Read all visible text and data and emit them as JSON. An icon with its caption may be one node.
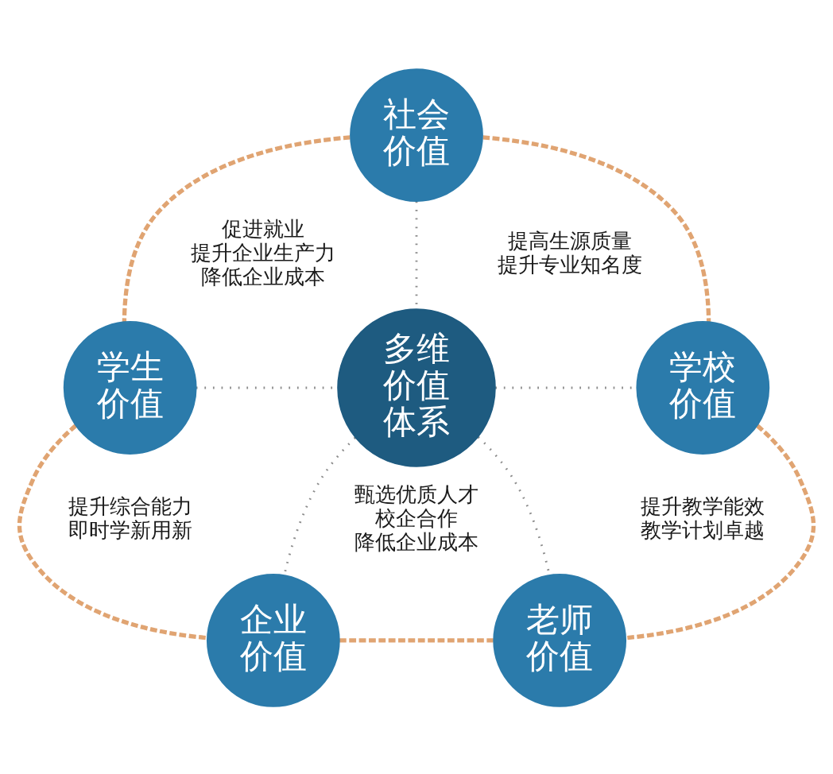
{
  "diagram": {
    "nodes": [
      {
        "text": [
          "社会价值"
        ]
      },
      {
        "text": [
          "学生价值"
        ]
      },
      {
        "text": [
          "多维价值体系"
        ]
      },
      {
        "text": [
          "学校价值"
        ]
      },
      {
        "text": [
          "企业价值"
        ]
      },
      {
        "text": [
          "老师价值"
        ]
      }
    ],
    "edges": [
      {
        "from": 0,
        "to": 2,
        "arrow": "none",
        "style": "dashed",
        "color": "#8c8c8c"
      },
      {
        "from": 1,
        "to": 2,
        "arrow": "none",
        "style": "dashed",
        "color": "#8c8c8c"
      },
      {
        "from": 2,
        "to": 3,
        "arrow": "none",
        "style": "dashed",
        "color": "#8c8c8c"
      },
      {
        "from": 2,
        "to": 4,
        "arrow": "none",
        "style": "dashed",
        "color": "#8c8c8c"
      },
      {
        "from": 2,
        "to": 5,
        "arrow": "none",
        "style": "dashed",
        "color": "#8c8c8c"
      },
      {
        "from": 0,
        "to": 3,
        "arrow": "none",
        "style": "dashed",
        "color": "#e0a472"
      },
      {
        "from": 3,
        "to": 5,
        "arrow": "none",
        "style": "dashed",
        "color": "#e0a472"
      },
      {
        "from": 4,
        "to": 5,
        "arrow": "none",
        "style": "dashed",
        "color": "#e0a472"
      },
      {
        "from": 1,
        "to": 4,
        "arrow": "none",
        "style": "dashed",
        "color": "#e0a472"
      },
      {
        "from": 0,
        "to": 1,
        "arrow": "none",
        "style": "dashed",
        "color": "#e0a472"
      }
    ],
    "labels": [
      "促进就业",
      "提升企业生产力",
      "降低企业成本",
      "提高生源质量",
      "提升专业知名度",
      "提升综合能力",
      "即时学新用新",
      "提升教学能效",
      "教学计划卓越",
      "甄选优质人才",
      "校企合作",
      "降低企业成本"
    ]
  }
}
